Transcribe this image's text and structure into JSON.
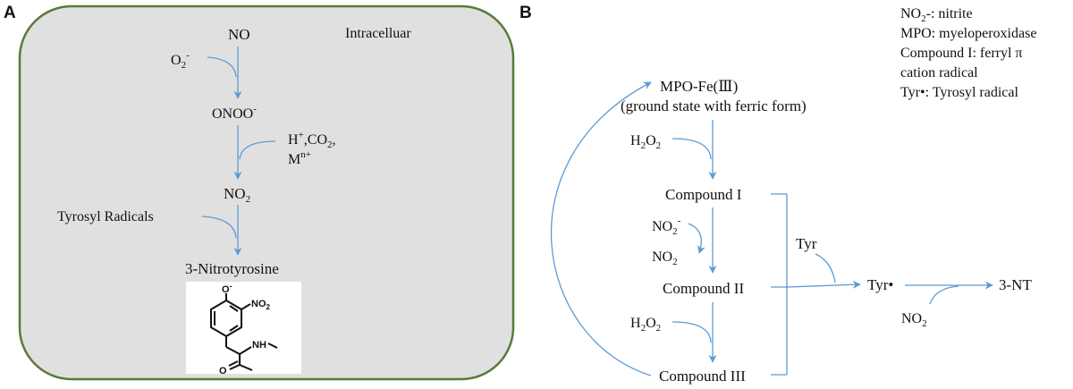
{
  "panel_a": {
    "letter": "A",
    "compartment_label": "Intracelluar",
    "no": "NO",
    "o2_main": "O",
    "o2_sub": "2",
    "o2_sup": "-",
    "onoo_main": "ONOO",
    "onoo_sup": "-",
    "h_main": "H",
    "h_sup": "+",
    "co2_main": ",CO",
    "co2_sub": "2",
    "co2_tail": ",",
    "mn_main": "M",
    "mn_sup": "n+",
    "no2_main": "NO",
    "no2_sub": "2",
    "tyrosyl_radicals": "Tyrosyl Radicals",
    "nitrotyrosine": "3-Nitrotyrosine",
    "structure": {
      "o_minus": "O",
      "o_minus_sup": "-",
      "no2": "NO",
      "no2_sub": "2",
      "nh": "N",
      "nh_h": "H",
      "o": "O"
    }
  },
  "panel_b": {
    "letter": "B",
    "legend": {
      "line1_main": "NO",
      "line1_sub": "2",
      "line1_rest": "-: nitrite",
      "line2": "MPO: myeloperoxidase",
      "line3": "Compound I: ferryl π",
      "line4": "cation radical",
      "line5": "Tyr•: Tyrosyl radical"
    },
    "mpo": "MPO-Fe(Ⅲ)",
    "ground_state": "(ground state with ferric form)",
    "h2o2_a_main": "H",
    "h2o2_a_sub1": "2",
    "h2o2_a_mid": "O",
    "h2o2_a_sub2": "2",
    "compound1": "Compound I",
    "no2minus_main": "NO",
    "no2minus_sub": "2",
    "no2minus_sup": "-",
    "no2_main": "NO",
    "no2_sub": "2",
    "compound2": "Compound II",
    "h2o2_b_main": "H",
    "h2o2_b_sub1": "2",
    "h2o2_b_mid": "O",
    "h2o2_b_sub2": "2",
    "compound3": "Compound III",
    "tyr": "Tyr",
    "tyr_radical": "Tyr•",
    "nt": "3-NT",
    "no2_bottom_main": "NO",
    "no2_bottom_sub": "2"
  },
  "colors": {
    "arrow": "#5b9bd5",
    "cell_fill": "#e0e0e0",
    "cell_border": "#5a7a3a"
  }
}
